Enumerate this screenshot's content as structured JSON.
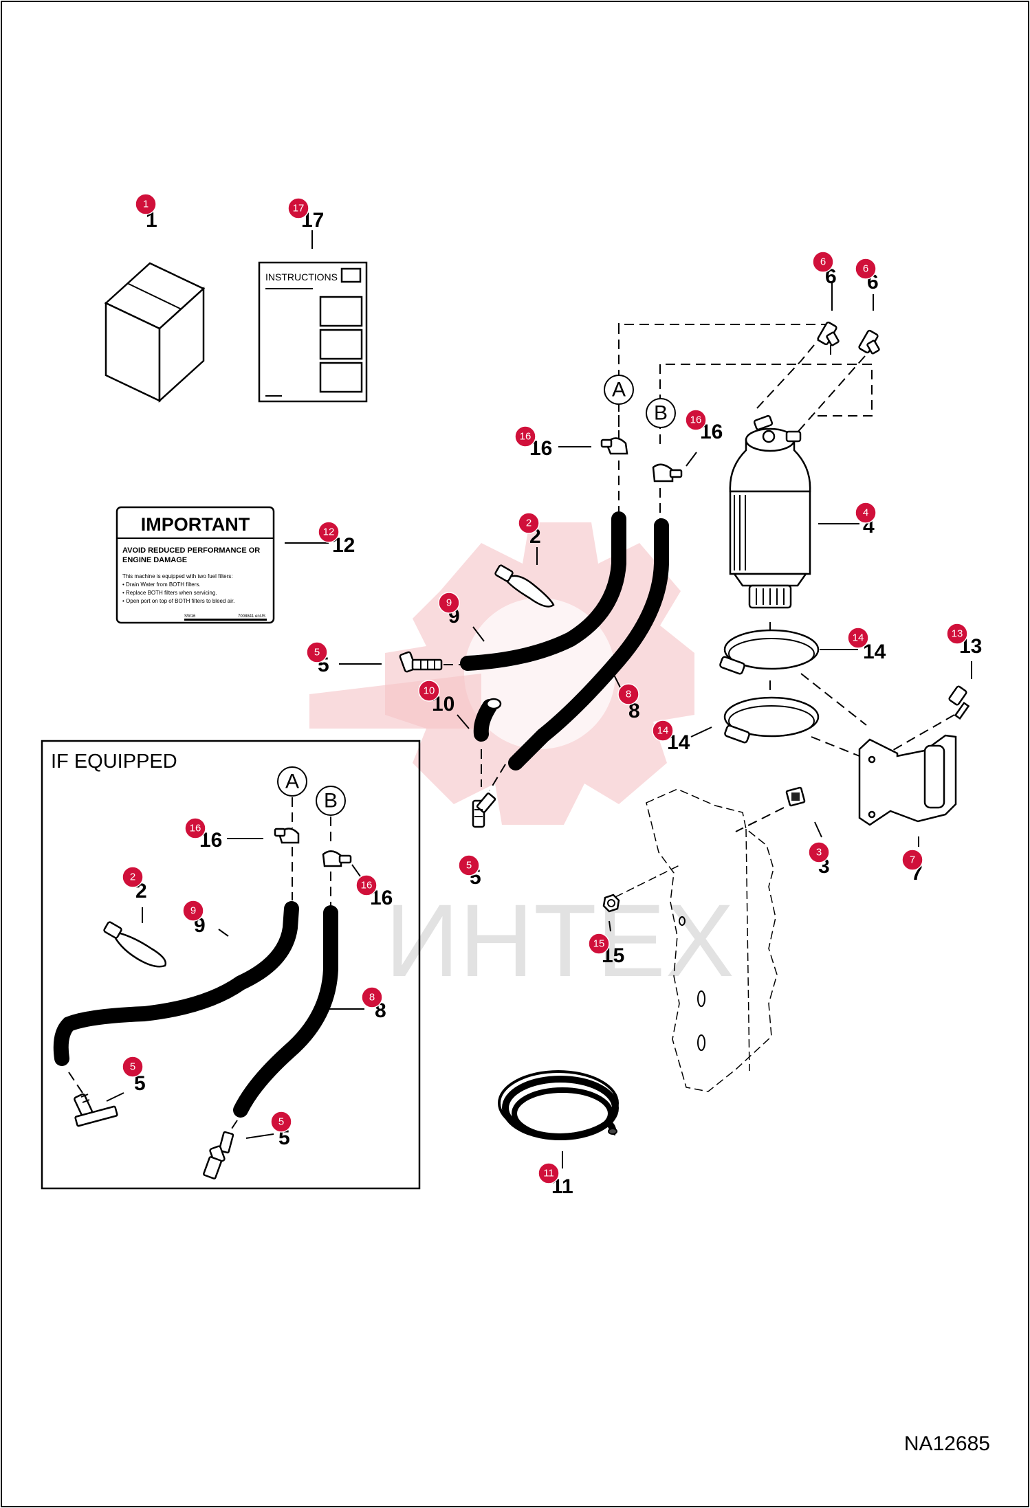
{
  "watermark_text": "ИНТЕХ",
  "drawing_number": "NA12685",
  "if_equipped_label": "IF EQUIPPED",
  "instructions_label": "INSTRUCTIONS",
  "important_decal": {
    "title": "IMPORTANT",
    "subtitle_line1": "AVOID REDUCED PERFORMANCE OR",
    "subtitle_line2": "ENGINE DAMAGE",
    "body_line1": "This machine is equipped with two fuel filters:",
    "body_line2": "• Drain Water from BOTH filters.",
    "body_line3": "• Replace BOTH filters when servicing.",
    "body_line4": "• Open port on top of BOTH filters to bleed air.",
    "footer_left": "SW16",
    "footer_right": "7008841 enUS"
  },
  "letters": {
    "a": "A",
    "b": "B"
  },
  "callouts": [
    {
      "id": "c1",
      "num": "1"
    },
    {
      "id": "c17",
      "num": "17"
    },
    {
      "id": "c6a",
      "num": "6"
    },
    {
      "id": "c6b",
      "num": "6"
    },
    {
      "id": "c16a",
      "num": "16"
    },
    {
      "id": "c16b",
      "num": "16"
    },
    {
      "id": "c4",
      "num": "4"
    },
    {
      "id": "c12",
      "num": "12"
    },
    {
      "id": "c2",
      "num": "2"
    },
    {
      "id": "c9",
      "num": "9"
    },
    {
      "id": "c5a",
      "num": "5"
    },
    {
      "id": "c10",
      "num": "10"
    },
    {
      "id": "c8",
      "num": "8"
    },
    {
      "id": "c14a",
      "num": "14"
    },
    {
      "id": "c14b",
      "num": "14"
    },
    {
      "id": "c13",
      "num": "13"
    },
    {
      "id": "c5b",
      "num": "5"
    },
    {
      "id": "c3",
      "num": "3"
    },
    {
      "id": "c7",
      "num": "7"
    },
    {
      "id": "c15",
      "num": "15"
    },
    {
      "id": "c11",
      "num": "11"
    },
    {
      "id": "c16c",
      "num": "16"
    },
    {
      "id": "c16d",
      "num": "16"
    },
    {
      "id": "c2b",
      "num": "2"
    },
    {
      "id": "c9b",
      "num": "9"
    },
    {
      "id": "c8b",
      "num": "8"
    },
    {
      "id": "c5c",
      "num": "5"
    },
    {
      "id": "c5d",
      "num": "5"
    }
  ]
}
